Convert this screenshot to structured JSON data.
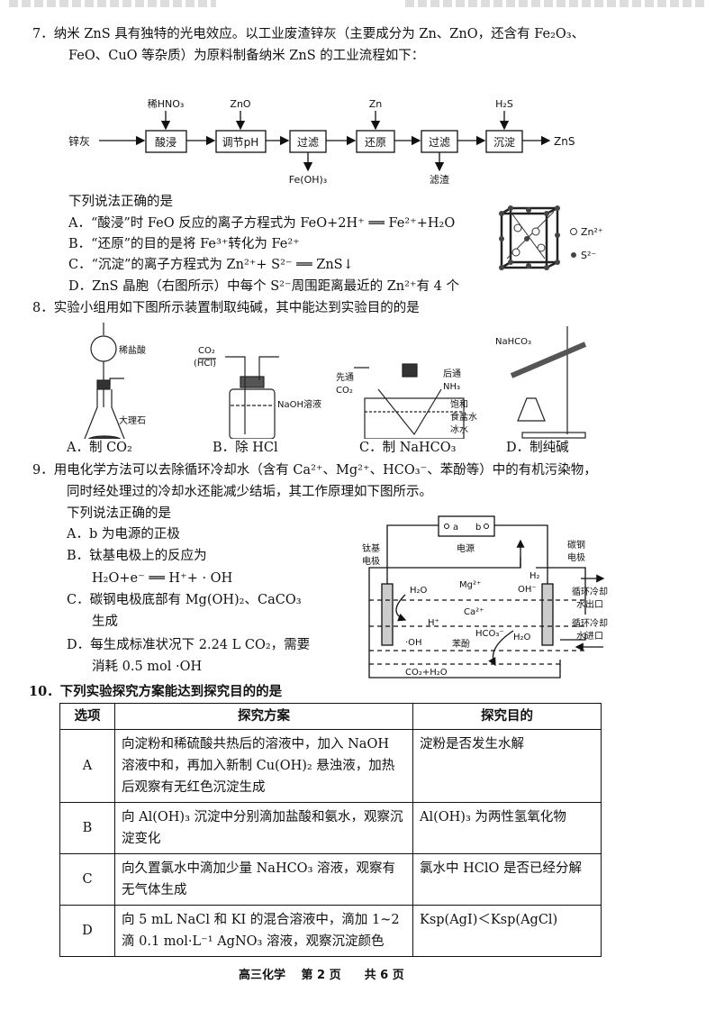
{
  "q7": {
    "stem_line1": "7．纳米 ZnS 具有独特的光电效应。以工业废渣锌灰（主要成分为 Zn、ZnO，还含有 Fe₂O₃、",
    "stem_line2": "FeO、CuO 等杂质）为原料制备纳米 ZnS 的工业流程如下：",
    "flow": {
      "start": "锌灰",
      "steps": [
        "酸浸",
        "调节pH",
        "过滤",
        "还原",
        "过滤",
        "沉淀"
      ],
      "inputs": [
        "稀HNO₃",
        "ZnO",
        "Zn",
        "H₂S"
      ],
      "outputs": [
        "Fe(OH)₃",
        "滤渣"
      ],
      "end": "ZnS"
    },
    "prompt": "下列说法正确的是",
    "options": [
      "A．“酸浸”时 FeO 反应的离子方程式为 FeO+2H⁺ ══ Fe²⁺+H₂O",
      "B．“还原”的目的是将 Fe³⁺转化为 Fe²⁺",
      "C．“沉淀”的离子方程式为 Zn²⁺+ S²⁻ ══ ZnS↓",
      "D．ZnS 晶胞（右图所示）中每个 S²⁻周围距离最近的 Zn²⁺有 4 个"
    ],
    "legend": [
      "Zn²⁺",
      "S²⁻"
    ]
  },
  "q8": {
    "stem": "8．实验小组用如下图所示装置制取纯碱，其中能达到实验目的的是",
    "labels": {
      "a_acid": "稀盐酸",
      "a_solid": "大理石",
      "b_gas1": "CO₂",
      "b_gas2": "(HCl)",
      "b_sol": "NaOH溶液",
      "c_first1": "先通",
      "c_first2": "CO₂",
      "c_after1": "后通",
      "c_after2": "NH₃",
      "c_sat1": "饱和",
      "c_sat2": "食盐水",
      "c_ice": "冰水",
      "d_reagent": "NaHCO₃"
    },
    "options": [
      "A．制 CO₂",
      "B．除 HCl",
      "C．制 NaHCO₃",
      "D．制纯碱"
    ]
  },
  "q9": {
    "stem_line1": "9．用电化学方法可以去除循环冷却水（含有 Ca²⁺、Mg²⁺、HCO₃⁻、苯酚等）中的有机污染物，",
    "stem_line2": "同时经处理过的冷却水还能减少结垢，其工作原理如下图所示。",
    "prompt": "下列说法正确的是",
    "options": [
      "A．b 为电源的正极",
      "B．钛基电极上的反应为",
      "H₂O+e⁻ ══ H⁺+ · OH",
      "C．碳钢电极底部有 Mg(OH)₂、CaCO₃",
      "生成",
      "D．每生成标准状况下 2.24 L CO₂，需要",
      "消耗 0.5 mol  ·OH"
    ],
    "diagram": {
      "power": "电源",
      "a": "a",
      "b": "b",
      "left1": "钛基",
      "left2": "电极",
      "right1": "碳钢",
      "right2": "电极",
      "out1": "循环冷却",
      "out2": "水出口",
      "in1": "循环冷却",
      "in2": "水进口",
      "h2o_l": "H₂O",
      "hplus": "H⁺",
      "oh_rad": "·OH",
      "mg": "Mg²⁺",
      "ca": "Ca²⁺",
      "hco3": "HCO₃⁻",
      "phenol": "苯酚",
      "h2": "H₂",
      "oh": "OH⁻",
      "h2o_r": "H₂O",
      "co2": "CO₂+H₂O"
    }
  },
  "q10": {
    "stem": "10．下列实验探究方案能达到探究目的的是",
    "headers": [
      "选项",
      "探究方案",
      "探究目的"
    ],
    "rows": [
      {
        "opt": "A",
        "plan": "向淀粉和稀硫酸共热后的溶液中，加入 NaOH 溶液中和，再加入新制 Cu(OH)₂ 悬浊液，加热后观察有无红色沉淀生成",
        "goal": "淀粉是否发生水解"
      },
      {
        "opt": "B",
        "plan": "向 Al(OH)₃ 沉淀中分别滴加盐酸和氨水，观察沉淀变化",
        "goal": "Al(OH)₃ 为两性氢氧化物"
      },
      {
        "opt": "C",
        "plan": "向久置氯水中滴加少量 NaHCO₃ 溶液，观察有无气体生成",
        "goal": "氯水中 HClO 是否已经分解"
      },
      {
        "opt": "D",
        "plan": "向 5 mL NaCl 和 KI 的混合溶液中，滴加 1~2 滴 0.1 mol·L⁻¹ AgNO₃ 溶液，观察沉淀颜色",
        "goal": "Ksp(AgI)＜Ksp(AgCl)"
      }
    ]
  },
  "footer": "高三化学　 第 2 页　　共 6 页"
}
